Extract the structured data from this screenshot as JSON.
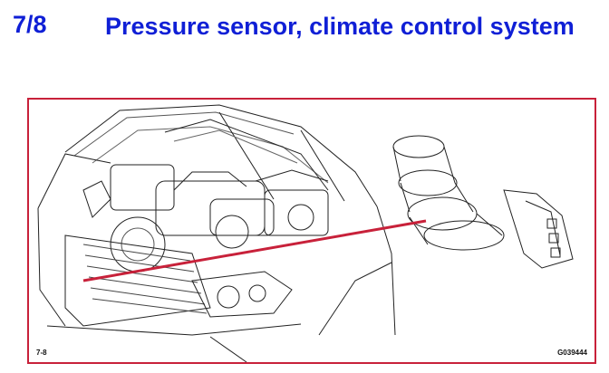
{
  "header": {
    "section_number": "7/8",
    "title": "Pressure sensor, climate control system"
  },
  "figure": {
    "label_left": "7-8",
    "label_right": "G039444",
    "frame_color": "#c8213a",
    "pointer_color": "#c8213a",
    "title_color": "#0f1fd6",
    "illustration": "engine-bay-and-pressure-sensor-line-drawing"
  }
}
